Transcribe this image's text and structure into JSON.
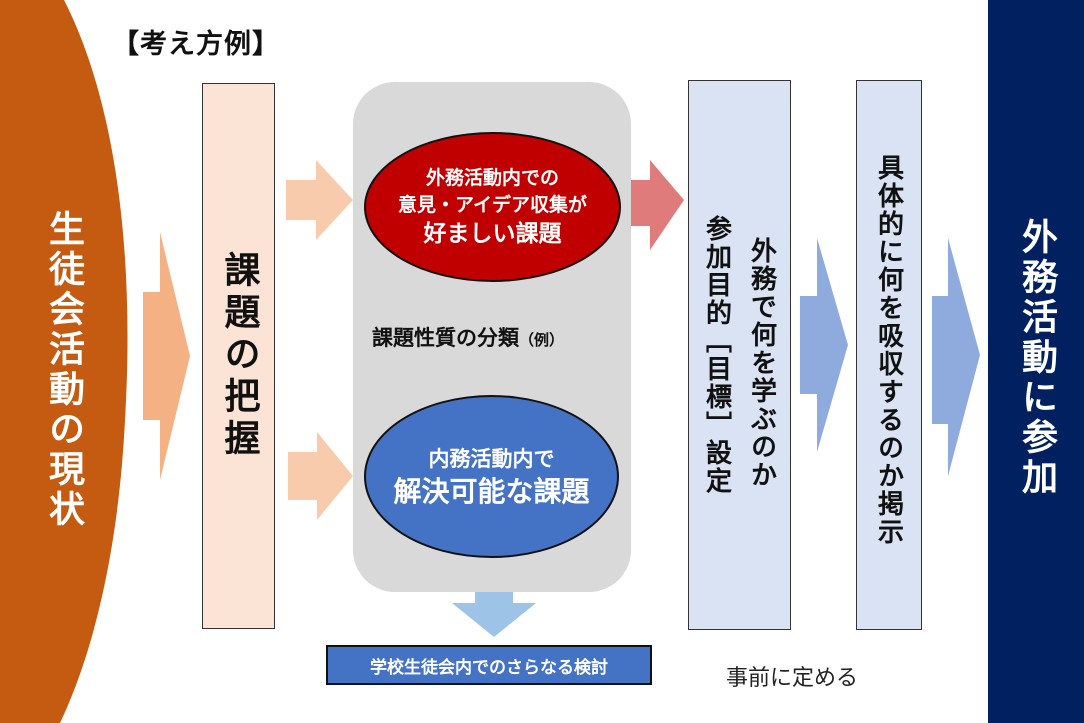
{
  "title": "【考え方例】",
  "colors": {
    "current_arc": "#c55a11",
    "grasp_box": "#fbe4d6",
    "peach_arrow": "#f4b183",
    "light_peach_arrow": "#f8cbad",
    "panel_gray": "#d9d9d9",
    "external_red": "#c00000",
    "red_arrow": "#e07b7b",
    "internal_blue": "#4472c4",
    "down_arrow": "#9dc3e6",
    "light_blue_box": "#dae3f3",
    "blue_arrow": "#8faadc",
    "navy": "#002060"
  },
  "steps": {
    "current_state": "生徒会活動の現状",
    "grasp_issues": "課題の把握",
    "classification": {
      "label": "課題性質の分類",
      "label_suffix": "（例）",
      "external": {
        "lines": [
          "外務活動内での",
          "意見・アイデア収集が",
          "好ましい課題"
        ]
      },
      "internal": {
        "lines": [
          "内務活動内で",
          "解決可能な課題"
        ]
      },
      "further_review": "学校生徒会内でのさらなる検討"
    },
    "goal_setting": {
      "line1": "外務で何を学ぶのか",
      "line2": "参加目的［目標］設定"
    },
    "absorb": "具体的に何を吸収するのか掲示",
    "predefine_note": "事前に定める",
    "participate": "外務活動に参加"
  },
  "arrows": [
    {
      "name": "arrow-current-to-grasp",
      "color_key": "peach_arrow"
    },
    {
      "name": "arrow-grasp-to-external",
      "color_key": "light_peach_arrow"
    },
    {
      "name": "arrow-grasp-to-internal",
      "color_key": "light_peach_arrow"
    },
    {
      "name": "arrow-external-to-goal",
      "color_key": "red_arrow"
    },
    {
      "name": "arrow-internal-down",
      "color_key": "down_arrow"
    },
    {
      "name": "arrow-goal-to-absorb",
      "color_key": "blue_arrow"
    },
    {
      "name": "arrow-absorb-to-participate",
      "color_key": "blue_arrow"
    }
  ]
}
